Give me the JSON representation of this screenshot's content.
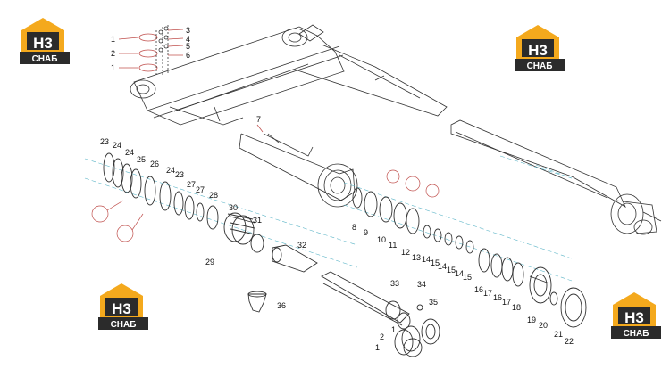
{
  "logo": {
    "mark": "H3",
    "sub": "СНАБ",
    "gold": "#f4a91d",
    "dark": "#2b2b2b"
  },
  "callouts": {
    "c1": "1",
    "c2": "2",
    "c3": "3",
    "c4": "4",
    "c5": "5",
    "c6": "6",
    "c7": "7",
    "c8": "8",
    "c9": "9",
    "c10": "10",
    "c11": "11",
    "c12": "12",
    "c13": "13",
    "c14": "14",
    "c15": "15",
    "c16": "16",
    "c17": "17",
    "c18": "18",
    "c19": "19",
    "c20": "20",
    "c21": "21",
    "c22": "22",
    "c23": "23",
    "c24": "24",
    "c25": "25",
    "c26": "26",
    "c27": "27",
    "c28": "28",
    "c29": "29",
    "c30": "30",
    "c31": "31",
    "c32": "32",
    "c33": "33",
    "c34": "34",
    "c35": "35",
    "c36": "36"
  }
}
